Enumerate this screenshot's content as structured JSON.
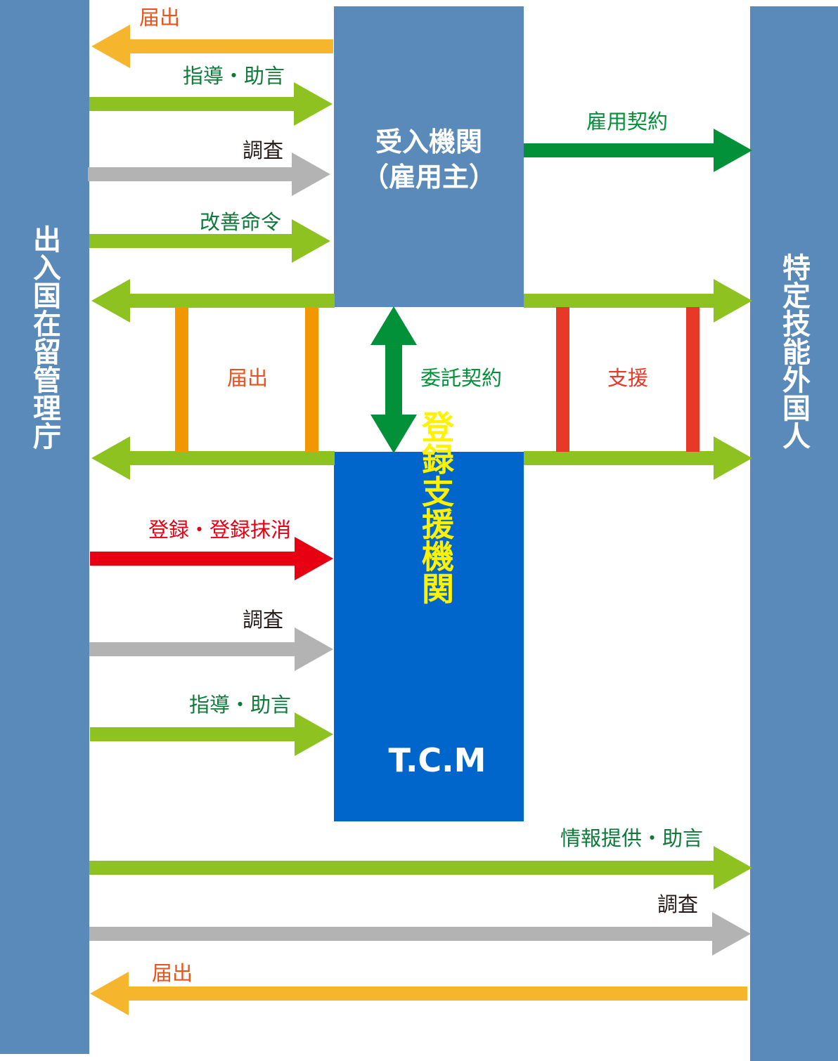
{
  "colors": {
    "side_bar": "#5a8aba",
    "employer_box": "#5a8aba",
    "support_box": "#0066cc",
    "white_text": "#ffffff",
    "yellow_text": "#fff200",
    "orange_arrow": "#f5b52d",
    "lime_arrow": "#8dc220",
    "gray_arrow": "#b3b3b3",
    "dark_green_arrow": "#029139",
    "red_arrow": "#e60012",
    "orange_connector": "#f39700",
    "red_connector": "#e83828",
    "label_orange": "#e8541c",
    "label_green": "#0e7a3a",
    "label_dark": "#231815",
    "label_red": "#e60012",
    "label_bright_green": "#029139"
  },
  "entities": {
    "immigration_agency": {
      "label": "出入国在留管理庁"
    },
    "foreign_worker": {
      "label": "特定技能外国人"
    },
    "employer": {
      "line1": "受入機関",
      "line2": "（雇用主）"
    },
    "support_org": {
      "label": "登録支援機関",
      "name": "T.C.M"
    }
  },
  "relations": {
    "employer_notify": {
      "label": "届出",
      "from": "employer",
      "to": "immigration_agency"
    },
    "agency_guidance_employer": {
      "label": "指導・助言",
      "from": "immigration_agency",
      "to": "employer"
    },
    "agency_investigate_employer": {
      "label": "調査",
      "from": "immigration_agency",
      "to": "employer"
    },
    "agency_improvement_order": {
      "label": "改善命令",
      "from": "immigration_agency",
      "to": "employer"
    },
    "employment_contract": {
      "label": "雇用契約",
      "from": "employer",
      "to": "foreign_worker"
    },
    "support_notify": {
      "label": "届出",
      "from": "employer_and_support_org",
      "to": "immigration_agency"
    },
    "outsourcing_contract": {
      "label": "委託契約",
      "from": "employer",
      "to": "support_org",
      "bidirectional": true
    },
    "support": {
      "label": "支援",
      "from": "employer_and_support_org",
      "to": "foreign_worker"
    },
    "registration": {
      "label": "登録・登録抹消",
      "from": "immigration_agency",
      "to": "support_org"
    },
    "agency_investigate_support": {
      "label": "調査",
      "from": "immigration_agency",
      "to": "support_org"
    },
    "agency_guidance_support": {
      "label": "指導・助言",
      "from": "immigration_agency",
      "to": "support_org"
    },
    "info_advice_worker": {
      "label": "情報提供・助言",
      "from": "immigration_agency",
      "to": "foreign_worker"
    },
    "agency_investigate_worker": {
      "label": "調査",
      "from": "immigration_agency",
      "to": "foreign_worker"
    },
    "worker_notify": {
      "label": "届出",
      "from": "foreign_worker",
      "to": "immigration_agency"
    }
  }
}
